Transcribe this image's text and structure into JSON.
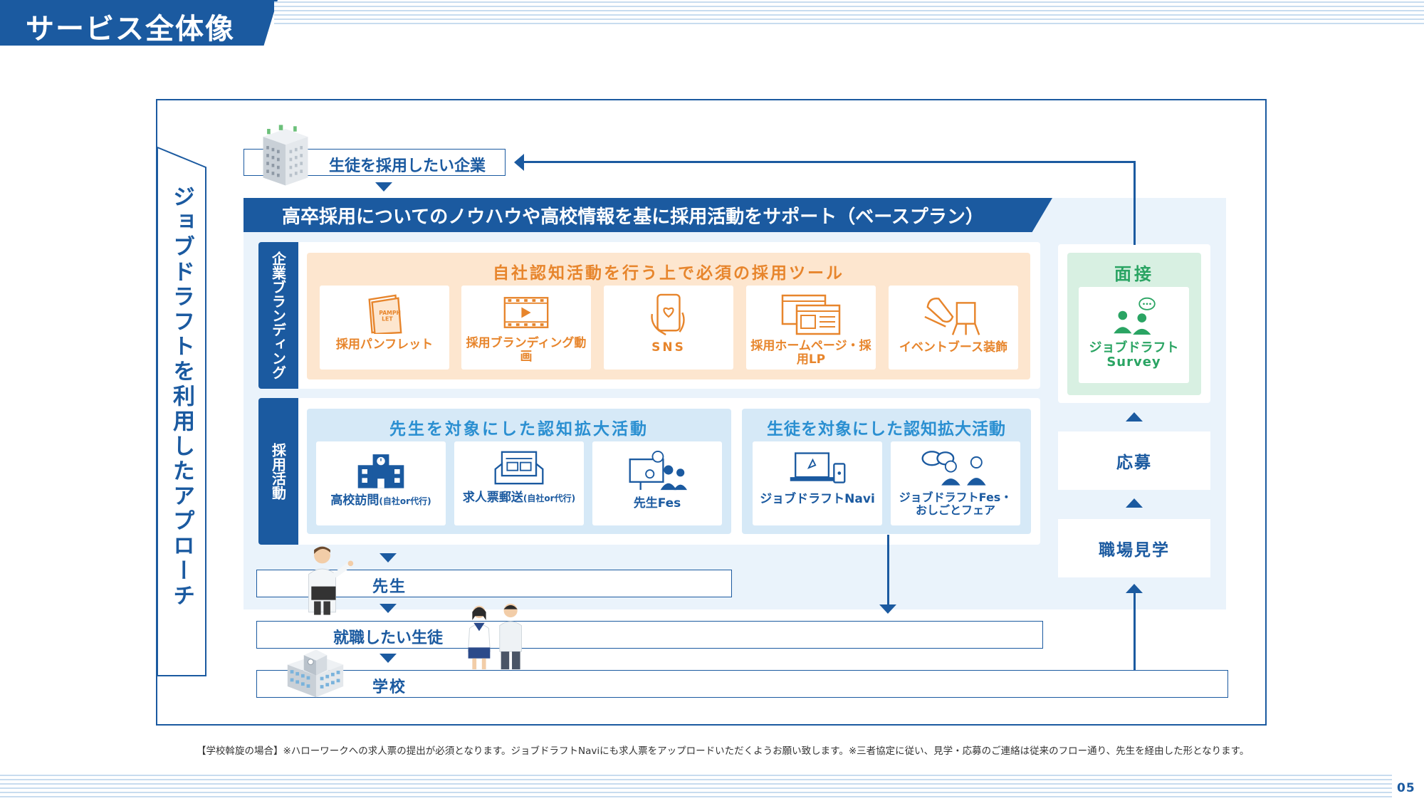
{
  "header": {
    "title": "サービス全体像"
  },
  "side": {
    "label": "ジョブドラフトを利用したアプローチ"
  },
  "top_company": {
    "label": "生徒を採用したい企業"
  },
  "banner": {
    "text": "高卒採用についてのノウハウや高校情報を基に採用活動をサポート（ベースプラン）"
  },
  "branding": {
    "tab": "企業ブランディング",
    "title": "自社認知活動を行う上で必須の採用ツール",
    "cards": [
      {
        "label": "採用パンフレット",
        "icon": "pamphlet-icon",
        "icon_text": "PAMPH LET"
      },
      {
        "label": "採用ブランディング動画",
        "icon": "video-icon"
      },
      {
        "label": "SNS",
        "icon": "smartphone-icon"
      },
      {
        "label": "採用ホームページ・採用LP",
        "icon": "website-icon"
      },
      {
        "label": "イベントブース装飾",
        "icon": "booth-icon"
      }
    ]
  },
  "recruit": {
    "tab": "採用活動",
    "teacher_title": "先生を対象にした認知拡大活動",
    "student_title": "生徒を対象にした認知拡大活動",
    "teacher_cards": [
      {
        "label": "高校訪問",
        "sub": "(自社or代行)",
        "icon": "school-building-icon"
      },
      {
        "label": "求人票郵送",
        "sub": "(自社or代行)",
        "icon": "job-slip-icon"
      },
      {
        "label": "先生Fes",
        "sub": "",
        "icon": "presentation-icon"
      }
    ],
    "student_cards": [
      {
        "label": "ジョブドラフトNavi",
        "sub": "",
        "icon": "laptop-phone-icon"
      },
      {
        "label": "ジョブドラフトFes・",
        "sub": "おしごとフェア",
        "icon": "people-chat-icon"
      }
    ]
  },
  "interview": {
    "title": "面接",
    "card_label": "ジョブドラフト",
    "card_sub": "Survey"
  },
  "flow": {
    "apply": "応募",
    "visit": "職場見学"
  },
  "bottom": {
    "teacher": "先生",
    "student": "就職したい生徒",
    "school": "学校"
  },
  "footnote": "【学校斡旋の場合】※ハローワークへの求人票の提出が必須となります。ジョブドラフトNaviにも求人票をアップロードいただくようお願い致します。※三者協定に従い、見学・応募のご連絡は従来のフロー通り、先生を経由した形となります。",
  "page_number": "05",
  "colors": {
    "navy": "#1b5aa0",
    "orange": "#e7852c",
    "cyan": "#2a8fd1",
    "green": "#2aa463"
  }
}
